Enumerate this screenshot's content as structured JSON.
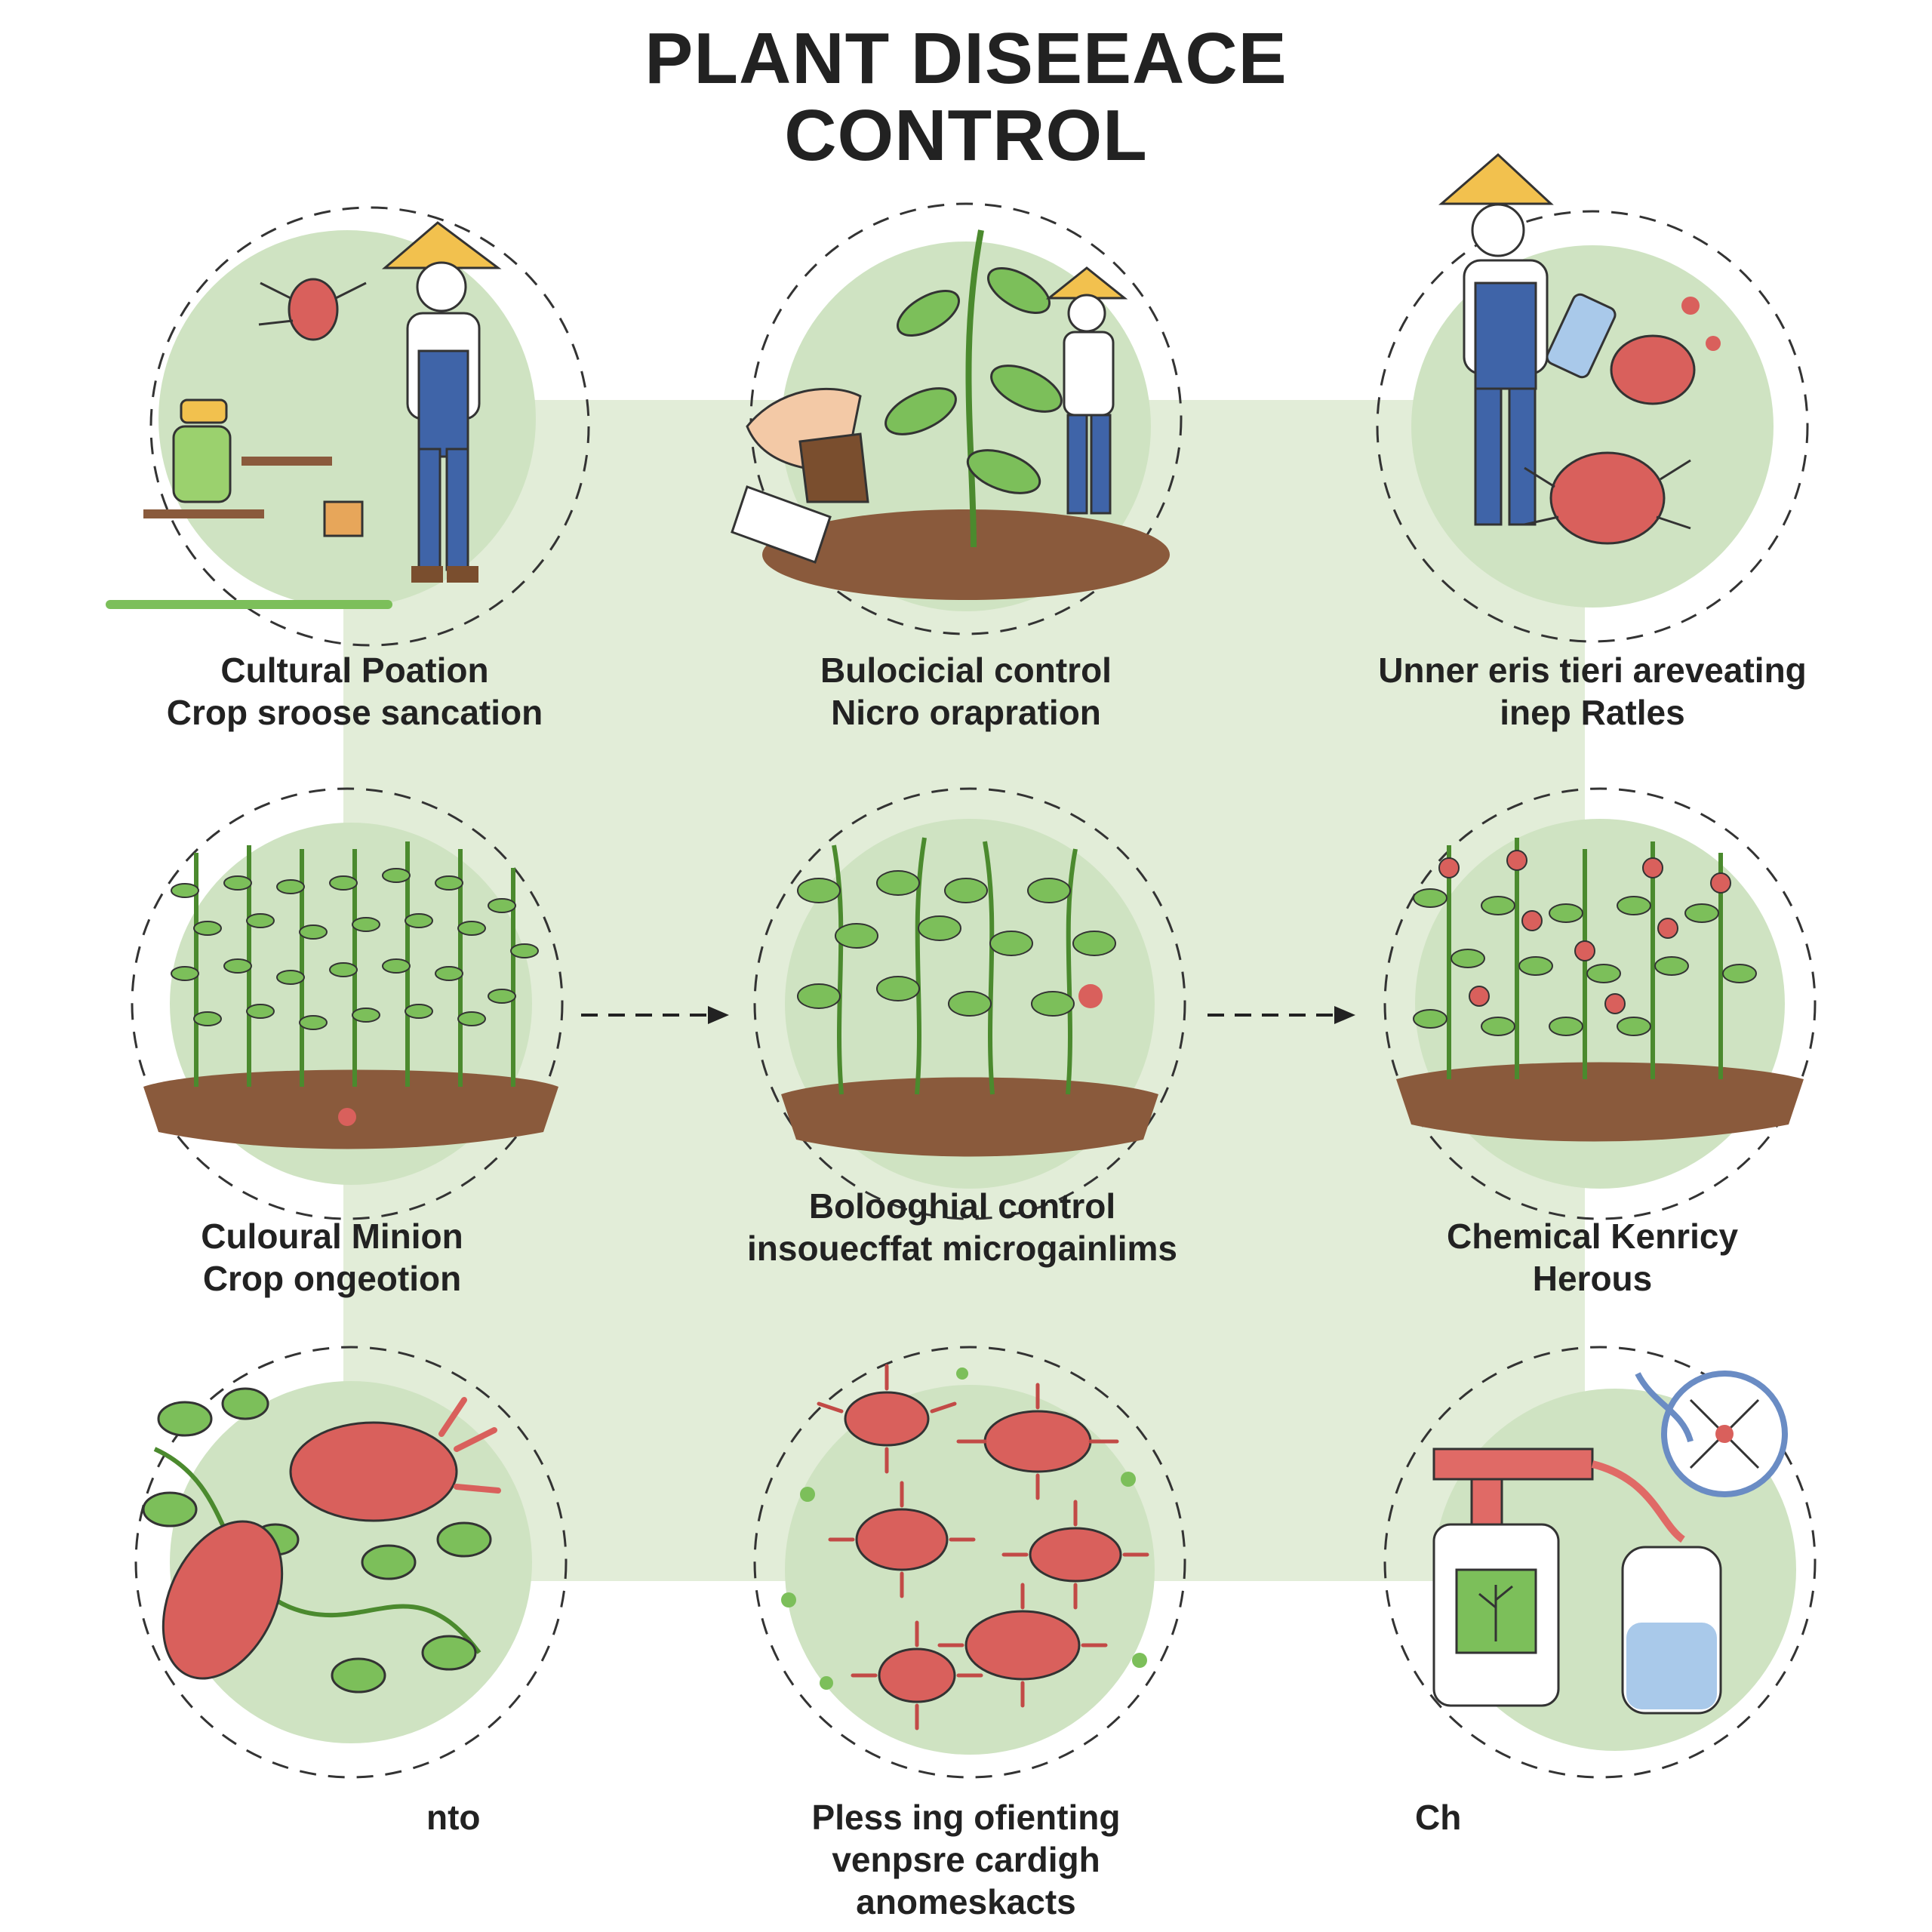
{
  "title": {
    "line1": "PLANT DISEEACE",
    "line2": "CONTROL"
  },
  "panels": [
    {
      "caption_lines": [
        "Cultural Poation",
        "Crop sroose sancation"
      ],
      "icon": "farmer-planting-icon"
    },
    {
      "caption_lines": [
        "Bulocicial control",
        "Nicro orapration"
      ],
      "icon": "seedling-in-hands-icon"
    },
    {
      "caption_lines": [
        "Unner eris tieri areveating",
        "inep Ratles"
      ],
      "icon": "farmer-spraying-icon"
    },
    {
      "caption_lines": [
        "Culoural Minion",
        "Crop ongeotion"
      ],
      "icon": "crop-rows-icon"
    },
    {
      "caption_lines": [
        "Bolooghial control",
        "insouecffat microgainlims"
      ],
      "icon": "healthy-plants-icon"
    },
    {
      "caption_lines": [
        "Chemical Kenricy",
        "Herous"
      ],
      "icon": "diseased-plants-icon"
    },
    {
      "caption_lines": [
        "nto"
      ],
      "icon": "infected-vines-icon"
    },
    {
      "caption_lines": [
        "Pless ing ofienting",
        "venpsre cardigh",
        "anomeskacts"
      ],
      "icon": "microorganisms-icon"
    },
    {
      "caption_lines": [
        "Ch"
      ],
      "icon": "sprayer-bottle-icon"
    }
  ],
  "colors": {
    "background_panel": "#e2edd8",
    "circle_fill": "#cfe3c2",
    "leaf": "#7cbf5a",
    "soil": "#8a5a3c",
    "pathogen": "#d9605c",
    "hat": "#f2c14e",
    "overalls": "#3f64a8"
  }
}
